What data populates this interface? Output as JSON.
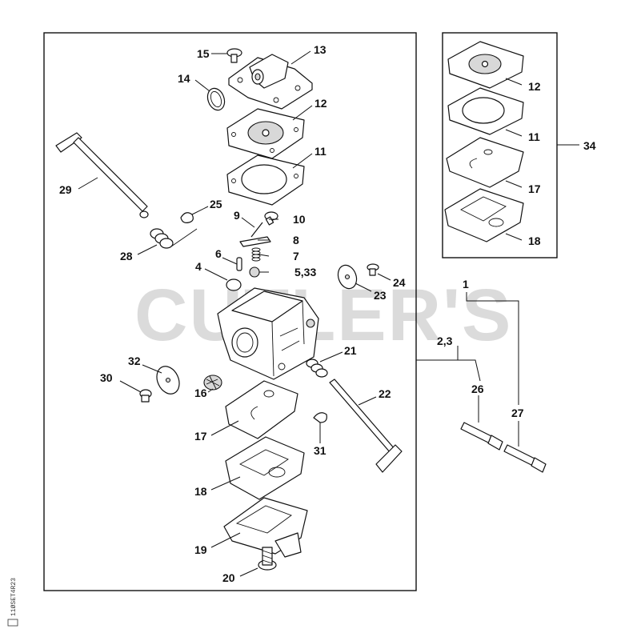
{
  "watermark": "CUTLER'S",
  "drawing_code": "11ØSET4R23",
  "labels": [
    {
      "id": "p15",
      "text": "15"
    },
    {
      "id": "p13",
      "text": "13"
    },
    {
      "id": "p14",
      "text": "14"
    },
    {
      "id": "p12",
      "text": "12"
    },
    {
      "id": "p11",
      "text": "11"
    },
    {
      "id": "p29",
      "text": "29"
    },
    {
      "id": "p25",
      "text": "25"
    },
    {
      "id": "p9",
      "text": "9"
    },
    {
      "id": "p10",
      "text": "10"
    },
    {
      "id": "p8",
      "text": "8"
    },
    {
      "id": "p7",
      "text": "7"
    },
    {
      "id": "p28",
      "text": "28"
    },
    {
      "id": "p6",
      "text": "6"
    },
    {
      "id": "p4",
      "text": "4"
    },
    {
      "id": "p533",
      "text": "5,33"
    },
    {
      "id": "p24",
      "text": "24"
    },
    {
      "id": "p23",
      "text": "23"
    },
    {
      "id": "p21",
      "text": "21"
    },
    {
      "id": "p32",
      "text": "32"
    },
    {
      "id": "p30",
      "text": "30"
    },
    {
      "id": "p16",
      "text": "16"
    },
    {
      "id": "p22",
      "text": "22"
    },
    {
      "id": "p17",
      "text": "17"
    },
    {
      "id": "p31",
      "text": "31"
    },
    {
      "id": "p18",
      "text": "18"
    },
    {
      "id": "p19",
      "text": "19"
    },
    {
      "id": "p20",
      "text": "20"
    },
    {
      "id": "k12",
      "text": "12"
    },
    {
      "id": "k11",
      "text": "11"
    },
    {
      "id": "k34",
      "text": "34"
    },
    {
      "id": "k17",
      "text": "17"
    },
    {
      "id": "k18",
      "text": "18"
    },
    {
      "id": "p1",
      "text": "1"
    },
    {
      "id": "p23b",
      "text": "2,3"
    },
    {
      "id": "p26",
      "text": "26"
    },
    {
      "id": "p27",
      "text": "27"
    }
  ]
}
